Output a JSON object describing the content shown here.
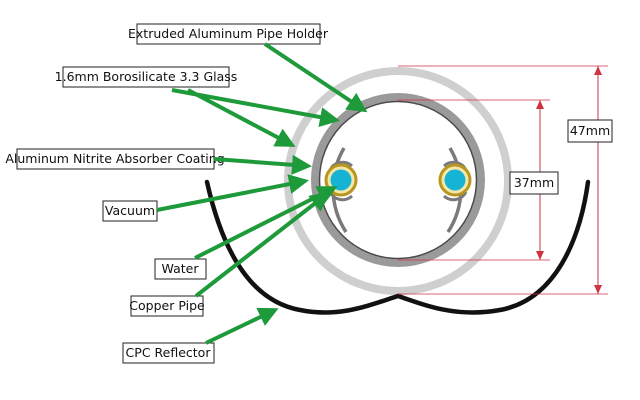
{
  "diagram": {
    "labels": {
      "pipe_holder": "Extruded Aluminum Pipe Holder",
      "glass": "1.6mm Borosilicate 3.3 Glass",
      "absorber": "Aluminum Nitrite Absorber Coating",
      "vacuum": "Vacuum",
      "water": "Water",
      "copper_pipe": "Copper Pipe",
      "reflector": "CPC Reflector"
    },
    "dimensions": {
      "outer": "47mm",
      "inner": "37mm"
    }
  },
  "colors": {
    "outer_glass": "#cfcfcf",
    "inner_glass": "#9a9a9a",
    "absorber": "#5f5f5f",
    "holder": "#7a7a7a",
    "copper": "#b8951e",
    "water": "#16b3d4",
    "arrow": "#1e9a3a",
    "dimension": "#cc3344",
    "reflector": "#111111"
  }
}
